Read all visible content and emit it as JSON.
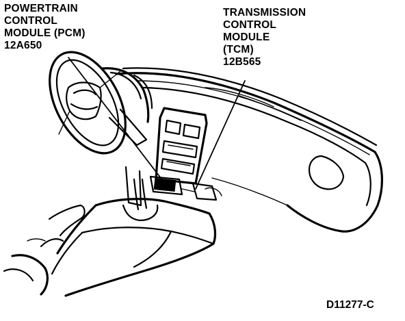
{
  "labels": {
    "pcm": {
      "lines": [
        "POWERTRAIN",
        "CONTROL",
        "MODULE (PCM)",
        "12A650"
      ]
    },
    "tcm": {
      "lines": [
        "TRANSMISSION",
        "CONTROL",
        "MODULE",
        "(TCM)",
        "12B565"
      ]
    }
  },
  "figure_code": "D11277-C",
  "colors": {
    "ink": "#000000",
    "background": "#ffffff"
  }
}
